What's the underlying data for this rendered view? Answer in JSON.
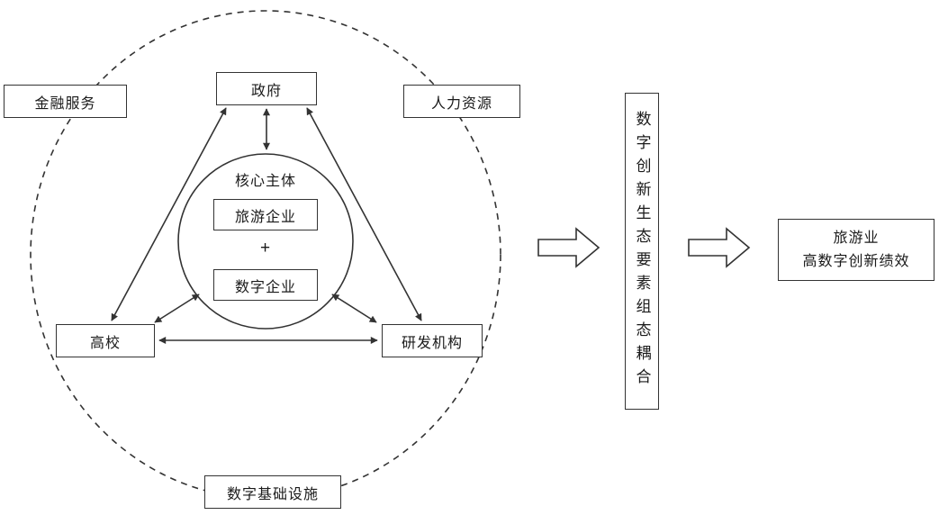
{
  "nodes": {
    "finance": "金融服务",
    "government": "政府",
    "human_resources": "人力资源",
    "core_label": "核心主体",
    "tourism_enterprise": "旅游企业",
    "plus": "+",
    "digital_enterprise": "数字企业",
    "university": "高校",
    "rd_institution": "研发机构",
    "digital_infrastructure": "数字基础设施",
    "coupling": "数字创新生态要素组态耦合",
    "outcome": {
      "line1": "旅游业",
      "line2": "高数字创新绩效"
    }
  },
  "colors": {
    "stroke": "#333333",
    "background": "#ffffff"
  }
}
